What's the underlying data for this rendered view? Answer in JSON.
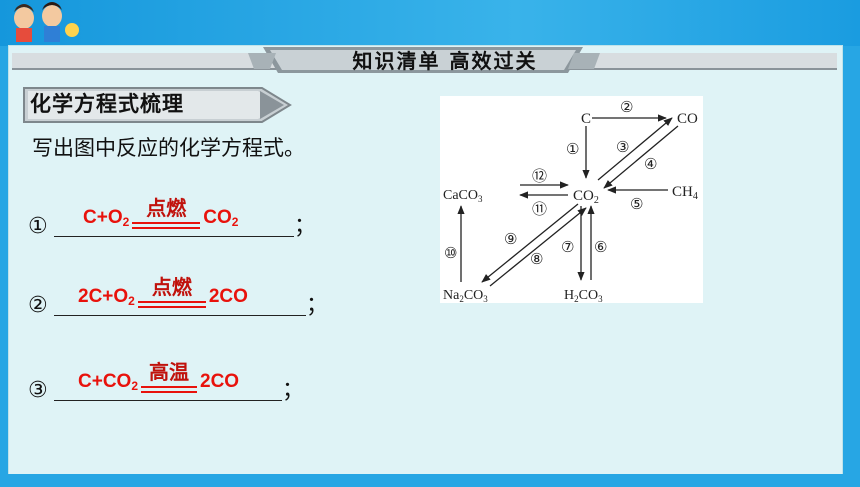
{
  "banner": {
    "title": "知识清单  高效过关"
  },
  "section": {
    "title": "化学方程式梳理"
  },
  "instruction": "写出图中反应的化学方程式。",
  "answers": [
    {
      "num": "①",
      "reactants": "C+O",
      "reactants_sub": "2",
      "condition": "点燃",
      "product": "CO",
      "product_sub": "2",
      "end": "；"
    },
    {
      "num": "②",
      "reactants": "2C+O",
      "reactants_sub": "2",
      "condition": "点燃",
      "product": "2CO",
      "product_sub": "",
      "end": "；"
    },
    {
      "num": "③",
      "reactants": "C+CO",
      "reactants_sub": "2",
      "condition": "高温",
      "product": "2CO",
      "product_sub": "",
      "end": "；"
    }
  ],
  "diagram": {
    "nodes": {
      "c": "C",
      "co": "CO",
      "caco3": "CaCO",
      "caco3_sub": "3",
      "co2": "CO",
      "co2_sub": "2",
      "ch4": "CH",
      "ch4_sub": "4",
      "na2co3_a": "Na",
      "na2co3_sub1": "2",
      "na2co3_b": "CO",
      "na2co3_sub2": "3",
      "h2co3_a": "H",
      "h2co3_sub1": "2",
      "h2co3_b": "CO",
      "h2co3_sub2": "3"
    },
    "labels": [
      "①",
      "②",
      "③",
      "④",
      "⑤",
      "⑥",
      "⑦",
      "⑧",
      "⑨",
      "⑩",
      "⑪",
      "⑫"
    ]
  },
  "colors": {
    "answer": "#e8120c",
    "card": "#dff3f6",
    "frame": "#27a6e4"
  }
}
